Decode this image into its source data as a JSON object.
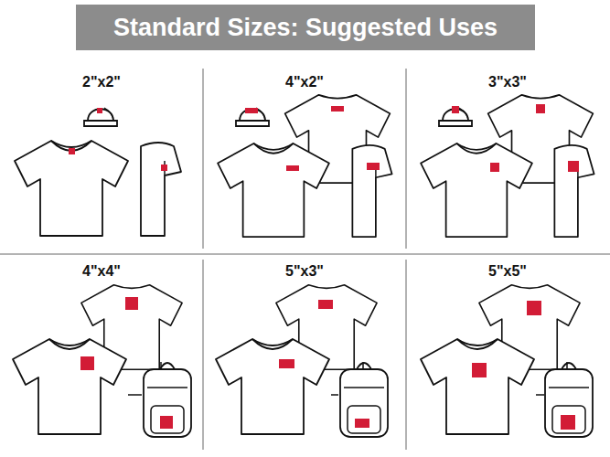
{
  "diagram": {
    "title": "Standard Sizes: Suggested Uses",
    "labels": [
      "2\"x2\"",
      "4\"x2\"",
      "3\"x3\"",
      "4\"x4\"",
      "5\"x3\"",
      "5\"x5\""
    ]
  }
}
